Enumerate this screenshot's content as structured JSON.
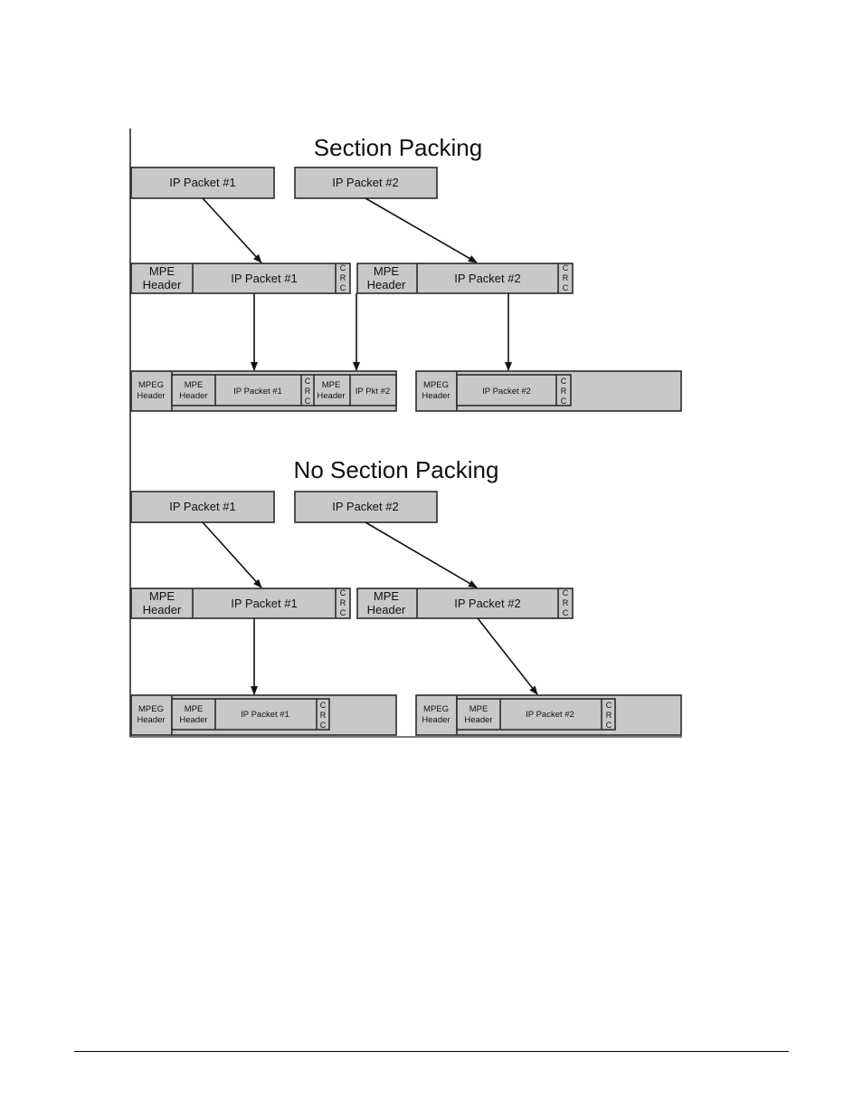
{
  "sections": [
    {
      "title": "Section Packing",
      "ip_packets": [
        "IP Packet #1",
        "IP Packet #2"
      ],
      "mpe_sections": [
        {
          "header": [
            "MPE",
            "Header"
          ],
          "payload": "IP Packet #1",
          "crc": [
            "C",
            "R",
            "C"
          ]
        },
        {
          "header": [
            "MPE",
            "Header"
          ],
          "payload": "IP Packet #2",
          "crc": [
            "C",
            "R",
            "C"
          ]
        }
      ],
      "ts_packets": [
        {
          "mpeg_header": [
            "MPEG",
            "Header"
          ],
          "mpe_header": [
            "MPE",
            "Header"
          ],
          "payload": "IP Packet #1",
          "crc": [
            "C",
            "R",
            "C"
          ],
          "mpe_header2": [
            "MPE",
            "Header"
          ],
          "payload2": "IP Pkt #2"
        },
        {
          "mpeg_header": [
            "MPEG",
            "Header"
          ],
          "payload": "IP Packet #2",
          "crc": [
            "C",
            "R",
            "C"
          ]
        }
      ]
    },
    {
      "title": "No Section Packing",
      "ip_packets": [
        "IP Packet #1",
        "IP Packet #2"
      ],
      "mpe_sections": [
        {
          "header": [
            "MPE",
            "Header"
          ],
          "payload": "IP Packet #1",
          "crc": [
            "C",
            "R",
            "C"
          ]
        },
        {
          "header": [
            "MPE",
            "Header"
          ],
          "payload": "IP Packet #2",
          "crc": [
            "C",
            "R",
            "C"
          ]
        }
      ],
      "ts_packets": [
        {
          "mpeg_header": [
            "MPEG",
            "Header"
          ],
          "mpe_header": [
            "MPE",
            "Header"
          ],
          "payload": "IP Packet #1",
          "crc": [
            "C",
            "R",
            "C"
          ]
        },
        {
          "mpeg_header": [
            "MPEG",
            "Header"
          ],
          "mpe_header": [
            "MPE",
            "Header"
          ],
          "payload": "IP Packet #2",
          "crc": [
            "C",
            "R",
            "C"
          ]
        }
      ]
    }
  ]
}
